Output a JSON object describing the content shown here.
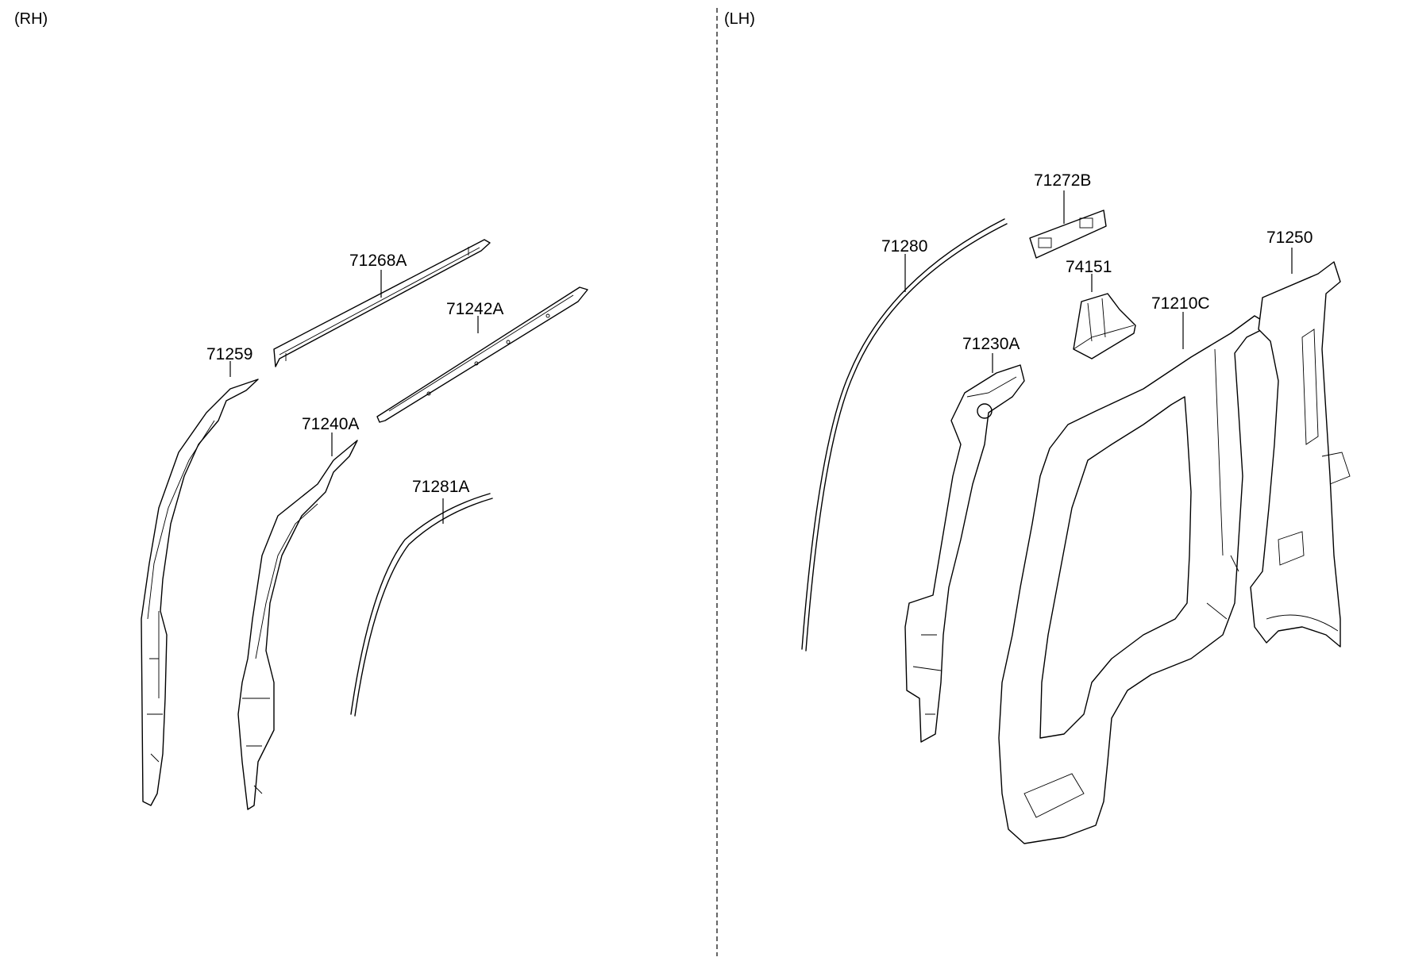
{
  "sides": {
    "right": "(RH)",
    "left": "(LH)"
  },
  "parts": {
    "p71268A": "71268A",
    "p71242A": "71242A",
    "p71259": "71259",
    "p71240A": "71240A",
    "p71281A": "71281A",
    "p71272B": "71272B",
    "p71280": "71280",
    "p74151": "74151",
    "p71250": "71250",
    "p71210C": "71210C",
    "p71230A": "71230A"
  }
}
